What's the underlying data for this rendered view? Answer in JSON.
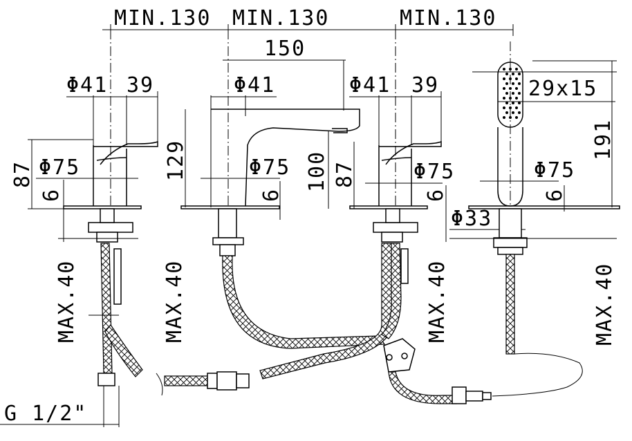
{
  "dimensions": {
    "min130_a": "MIN.130",
    "min130_b": "MIN.130",
    "min130_c": "MIN.130",
    "spacing_150": "150",
    "dia41_left": "Φ41",
    "w39_left": "39",
    "dia41_center": "Φ41",
    "dia41_right": "Φ41",
    "w39_right": "39",
    "hand_29x15": "29x15",
    "h191": "191",
    "h87_left": "87",
    "h129": "129",
    "h100": "100",
    "h87_right": "87",
    "dia75_left": "Φ75",
    "dia75_center": "Φ75",
    "dia75_right": "Φ75",
    "dia75_shower": "Φ75",
    "six_left": "6",
    "six_center": "6",
    "six_right": "6",
    "six_shower": "6",
    "dia33": "Φ33",
    "max40_left": "MAX.40",
    "max40_center": "MAX.40",
    "max40_right": "MAX.40",
    "max40_shower": "MAX.40",
    "thread": "G 1/2\""
  }
}
